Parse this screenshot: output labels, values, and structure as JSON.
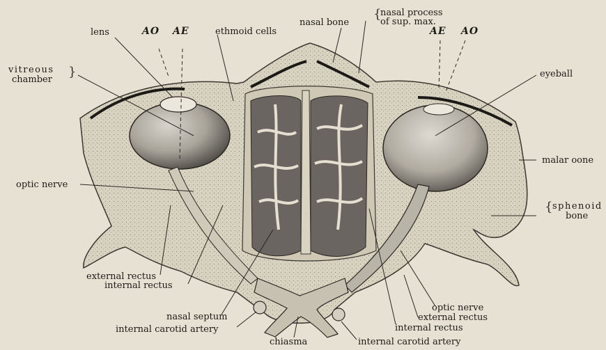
{
  "labels": {
    "lens": "lens",
    "ao_left": "AO",
    "ae_left": "AE",
    "ethmoid_cells": "ethmoid cells",
    "nasal_bone": "nasal bone",
    "nasal_process_line1": "nasal process",
    "nasal_process_line2": "of sup. max.",
    "ae_right": "AE",
    "ao_right": "AO",
    "vitreous_line1": "vitreous",
    "vitreous_line2": "chamber",
    "eyeball": "eyeball",
    "malar_bone": "malar oone",
    "optic_nerve_left": "optic nerve",
    "sphenoid_line1": "sphenoid",
    "sphenoid_line2": "bone",
    "external_rectus_left": "external rectus",
    "internal_rectus_left": "internal rectus",
    "nasal_septum": "nasal septum",
    "internal_carotid_left": "internal carotid artery",
    "chiasma": "chiasma",
    "internal_carotid_right": "internal carotid artery",
    "optic_nerve_right": "optic nerve",
    "external_rectus_right": "external rectus",
    "internal_rectus_right": "internal rectus"
  },
  "colors": {
    "paper": "#e6e1d3",
    "bone": "#d9d3c2",
    "eyeball": "#a8a39a",
    "cavity": "#5a5652",
    "ink": "#1c1a17"
  }
}
